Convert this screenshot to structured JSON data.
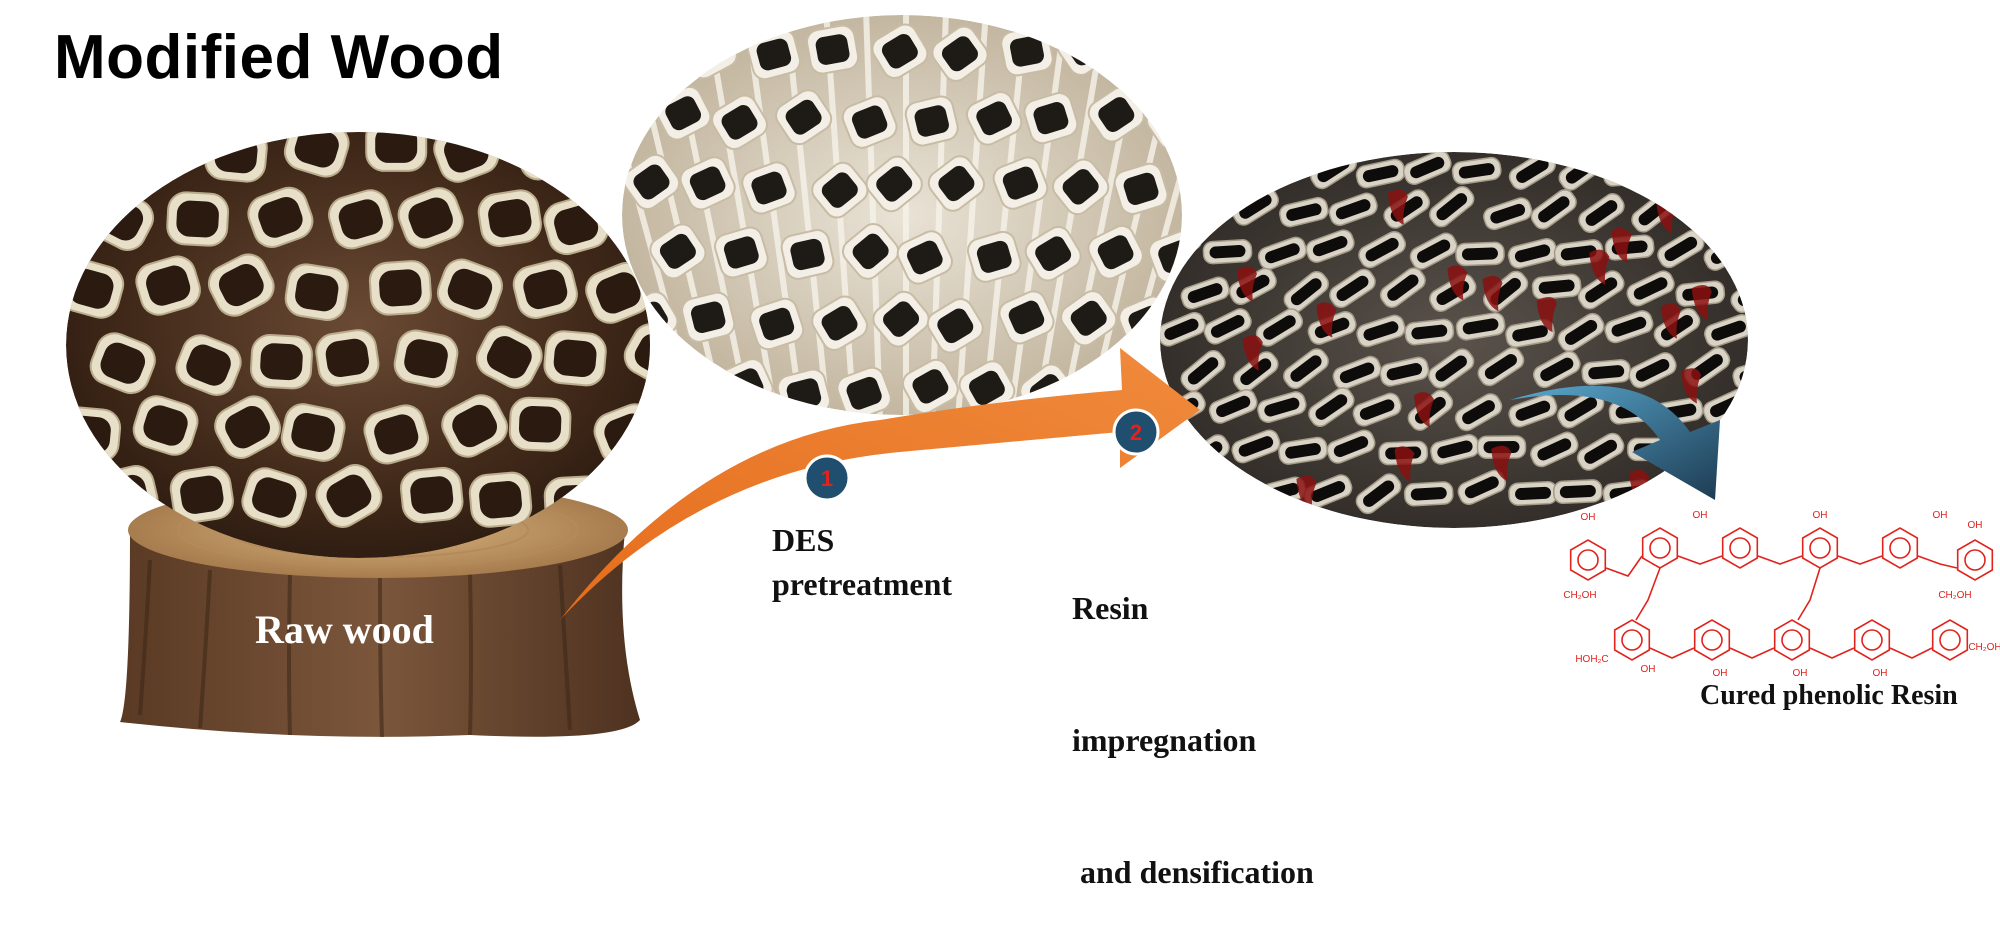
{
  "title": "Modified Wood",
  "stump_label": "Raw wood",
  "step1": {
    "number": "1",
    "lines": [
      "DES",
      "pretreatment"
    ]
  },
  "step2": {
    "number": "2",
    "lines": [
      "Resin",
      "impregnation",
      " and densification"
    ]
  },
  "resin_caption": "Cured phenolic Resin",
  "chem_labels": {
    "oh": "OH",
    "ch2oh": "CH₂OH",
    "hoh2c": "HOH₂C"
  },
  "colors": {
    "arrow_orange": "#e8782a",
    "badge_blue": "#1f4e6e",
    "badge_text": "#e0231c",
    "stump_bark": "#6b4730",
    "stump_top": "#c9a06a",
    "vessel_wall": "#e8dfc8",
    "resin_red": "#8a1010",
    "teal_arrow": "#2f6f8f"
  }
}
